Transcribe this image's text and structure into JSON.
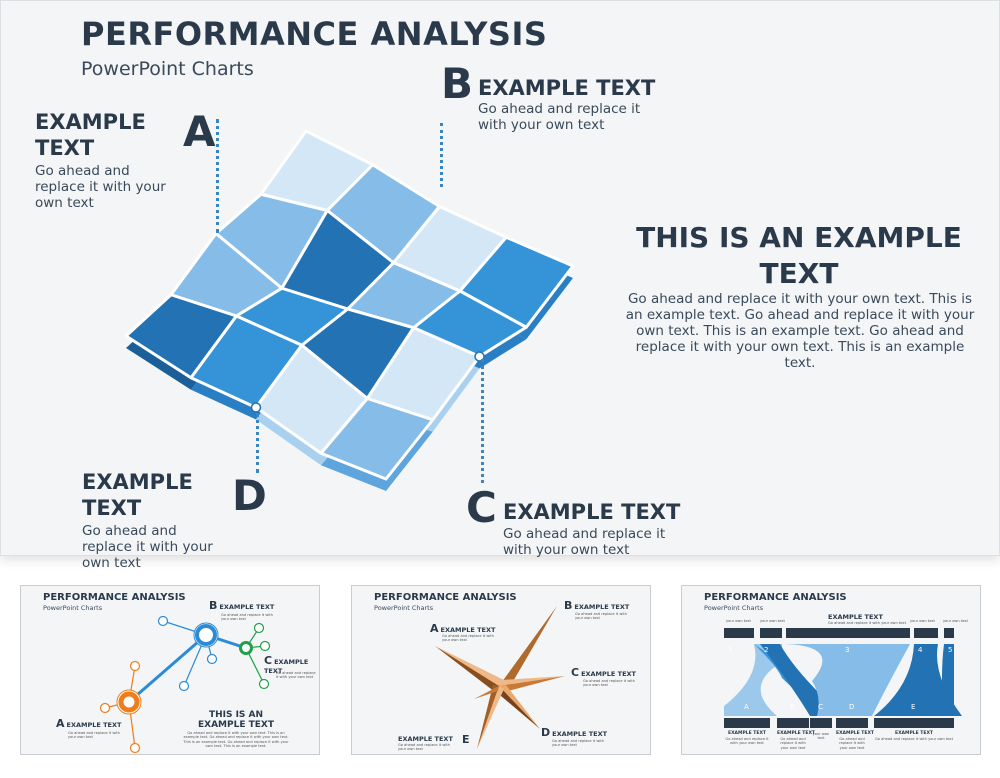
{
  "main_slide": {
    "title": "PERFORMANCE ANALYSIS",
    "subtitle": "PowerPoint Charts",
    "callouts": {
      "a": {
        "letter": "A",
        "heading": "EXAMPLE TEXT",
        "body": "Go ahead and replace it with your own text"
      },
      "b": {
        "letter": "B",
        "heading": "EXAMPLE TEXT",
        "body": "Go ahead and replace it with your own text"
      },
      "c": {
        "letter": "C",
        "heading": "EXAMPLE TEXT",
        "body": "Go ahead and replace it with your own text"
      },
      "d": {
        "letter": "D",
        "heading": "EXAMPLE TEXT",
        "body": "Go ahead and replace it with your own text"
      }
    },
    "center_heading": "THIS IS AN EXAMPLE TEXT",
    "center_body": "Go ahead and replace it with your own text. This is an example text. Go ahead and replace it with your own text. This is an example text. Go ahead and replace it with your own text. This is an example text.",
    "colors": {
      "light": "#d4e7f7",
      "mid_light": "#86bde8",
      "mid": "#3593d8",
      "dark": "#2372b3",
      "dots": "#3b86c0"
    }
  },
  "thumbnails": [
    {
      "title": "PERFORMANCE ANALYSIS",
      "subtitle": "PowerPoint Charts",
      "a": {
        "letter": "A",
        "heading": "EXAMPLE TEXT",
        "body": "Go ahead and replace it with your own text"
      },
      "b": {
        "letter": "B",
        "heading": "EXAMPLE TEXT",
        "body": "Go ahead and replace it with your own text"
      },
      "c": {
        "letter": "C",
        "heading": "EXAMPLE TEXT",
        "body": "Go ahead and replace it with your own text"
      },
      "center_heading": "THIS IS AN EXAMPLE TEXT",
      "center_body": "Go ahead and replace it with your own text. This is an example text. Go ahead and replace it with your own text. This is an example text. Go ahead and replace it with your own text. This is an example text.",
      "colors": {
        "orange": "#ef7d1a",
        "blue": "#2b8bd6",
        "green": "#21a04a"
      }
    },
    {
      "title": "PERFORMANCE ANALYSIS",
      "subtitle": "PowerPoint Charts",
      "a": {
        "letter": "A",
        "heading": "EXAMPLE TEXT",
        "body": "Go ahead and replace it with your own text"
      },
      "b": {
        "letter": "B",
        "heading": "EXAMPLE TEXT",
        "body": "Go ahead and replace it with your own text"
      },
      "c": {
        "letter": "C",
        "heading": "EXAMPLE TEXT",
        "body": "Go ahead and replace it with your own text"
      },
      "d": {
        "letter": "D",
        "heading": "EXAMPLE TEXT",
        "body": "Go ahead and replace it with your own text"
      },
      "e": {
        "letter": "E",
        "heading": "EXAMPLE TEXT",
        "body": "Go ahead and replace it with your own text"
      },
      "colors": {
        "light": "#f0b887",
        "dark": "#8a4e1e"
      }
    },
    {
      "title": "PERFORMANCE ANALYSIS",
      "subtitle": "PowerPoint Charts",
      "top_heading": "EXAMPLE TEXT",
      "top_body": "Go ahead and replace it with your own text",
      "top_small_labels": [
        "your own text",
        "your own text",
        "your own text",
        "your own text"
      ],
      "numbers": [
        "1",
        "2",
        "3",
        "4",
        "5"
      ],
      "letters": [
        "A",
        "B",
        "C",
        "D",
        "E"
      ],
      "bottom": [
        {
          "heading": "EXAMPLE TEXT",
          "body": "Go ahead and replace it with your own text"
        },
        {
          "heading": "EXAMPLE TEXT",
          "body": "Go ahead and replace it with your own text"
        },
        {
          "heading": "",
          "body": "your own text"
        },
        {
          "heading": "EXAMPLE TEXT",
          "body": "Go ahead and replace it with your own text"
        },
        {
          "heading": "EXAMPLE TEXT",
          "body": "Go ahead and replace it with your own text"
        }
      ],
      "colors": {
        "bar": "#2b3a4a",
        "light": "#86bde8",
        "mid": "#3593d8",
        "dark": "#2372b3"
      }
    }
  ]
}
